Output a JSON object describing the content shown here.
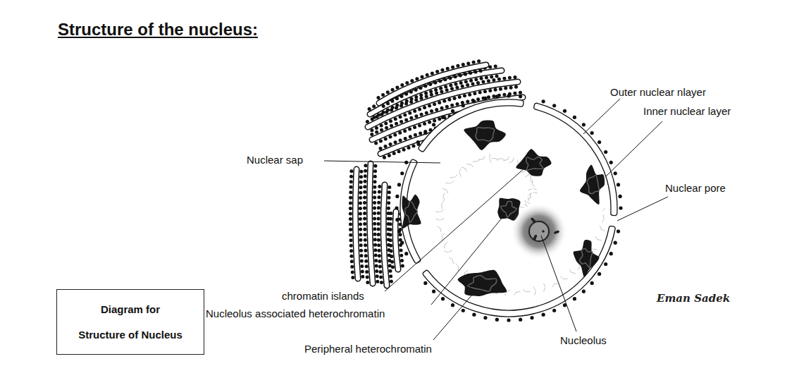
{
  "diagram": {
    "title": "Structure of the nucleus:",
    "nodes": [
      {
        "text": [
          "Diagram for Structure of Nucleus"
        ]
      }
    ],
    "labels": [
      "Outer nuclear nlayer",
      "Inner nuclear layer",
      "Nuclear sap",
      "Nuclear pore",
      "chromatin islands",
      "Nucleolus associated heterochromatin",
      "Peripheral heterochromatin",
      "Nucleolus",
      "Eman Sadek"
    ]
  }
}
